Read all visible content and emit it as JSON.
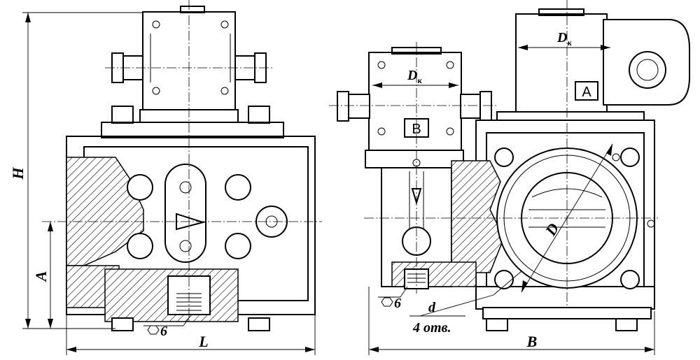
{
  "dimensions": {
    "H": "H",
    "A": "A",
    "L": "L",
    "B": "B",
    "Dk": "D",
    "Dk_sub": "к",
    "D": "D",
    "d": "d",
    "holes": "4 отв."
  },
  "views": {
    "label_A": "A",
    "label_B": "B"
  },
  "hex_label": "6"
}
